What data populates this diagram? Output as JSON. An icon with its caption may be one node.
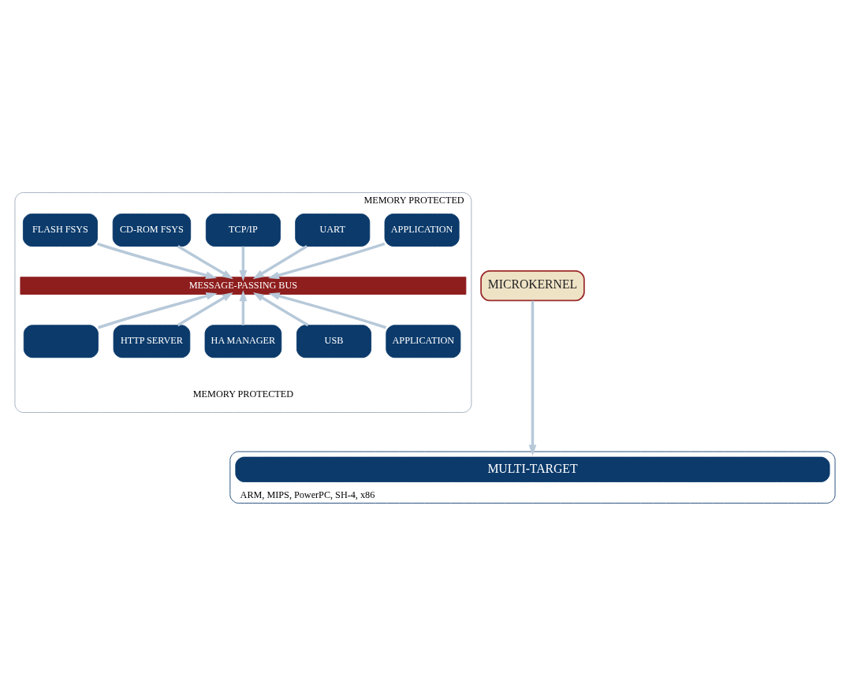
{
  "diagram": {
    "nodes": [
      {
        "text": [
          "MEMORY PROTECTED",
          "MEMORY PROTECTED"
        ]
      },
      {
        "text": [
          "FLASH FSYS"
        ],
        "in": 0
      },
      {
        "text": [
          "CD-ROM FSYS"
        ],
        "in": 0
      },
      {
        "text": [
          "TCP/IP"
        ],
        "in": 0
      },
      {
        "text": [
          "UART"
        ],
        "in": 0
      },
      {
        "text": [
          "APPLICATION"
        ],
        "in": 0
      },
      {
        "text": [
          "MICROKERNEL"
        ]
      },
      {
        "text": [
          "MESSAGE-PASSING BUS"
        ],
        "in": 0
      },
      {
        "text": [],
        "shape": "box",
        "in": 0
      },
      {
        "text": [
          "HTTP SERVER"
        ],
        "in": 0
      },
      {
        "text": [
          "HA MANAGER"
        ],
        "in": 0
      },
      {
        "text": [
          "USB"
        ],
        "in": 0
      },
      {
        "text": [
          "APPLICATION"
        ],
        "in": 0
      },
      {
        "text": [
          "ARM, MIPS, PowerPC, SH-4, x86"
        ]
      },
      {
        "text": [
          "MULTI-TARGET"
        ],
        "in": 13
      }
    ],
    "edges": [
      {
        "from": 1,
        "to": 7,
        "arrow": "to"
      },
      {
        "from": 2,
        "to": 7,
        "arrow": "to"
      },
      {
        "from": 3,
        "to": 7,
        "arrow": "to"
      },
      {
        "from": 4,
        "to": 7,
        "arrow": "to"
      },
      {
        "from": 5,
        "to": 7,
        "arrow": "to"
      },
      {
        "from": 8,
        "to": 7,
        "arrow": "to"
      },
      {
        "from": 9,
        "to": 7,
        "arrow": "to"
      },
      {
        "from": 10,
        "to": 7,
        "arrow": "to"
      },
      {
        "from": 11,
        "to": 7,
        "arrow": "to"
      },
      {
        "from": 12,
        "to": 7,
        "arrow": "to"
      },
      {
        "from": 6,
        "to": 13,
        "arrow": "to"
      }
    ]
  }
}
